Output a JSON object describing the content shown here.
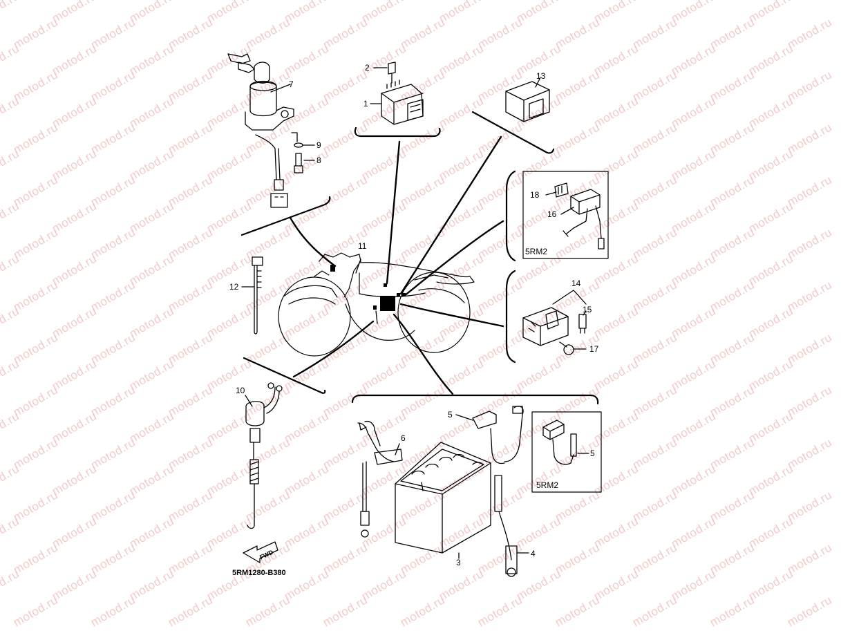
{
  "watermark": {
    "text": "motod.ru",
    "color": "#f2caca"
  },
  "diagram_code": "5RM1280-B380",
  "fwd_label": "FWD",
  "parts": {
    "p1": "1",
    "p2": "2",
    "p3": "3",
    "p4": "4",
    "p5a": "5",
    "p5b": "5",
    "p6": "6",
    "p7": "7",
    "p8": "8",
    "p9": "9",
    "p10": "10",
    "p11": "11",
    "p12": "12",
    "p13": "13",
    "p14": "14",
    "p15": "15",
    "p16": "16",
    "p17": "17",
    "p18": "18"
  },
  "variants": {
    "v_ignition": "5RM2",
    "v_battery": "5RM2"
  }
}
